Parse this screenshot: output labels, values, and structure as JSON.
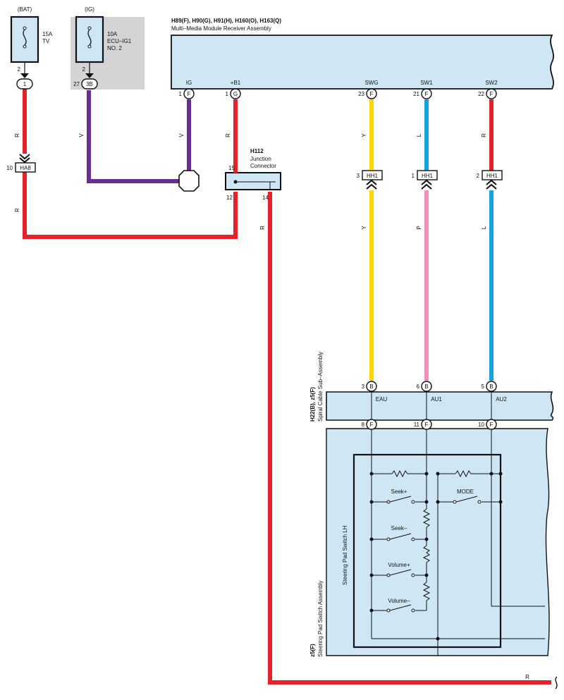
{
  "colors": {
    "red": "#e8202a",
    "violet": "#6a2c91",
    "yellow": "#ffd600",
    "light_blue": "#12a4e0",
    "pink": "#f48cbd",
    "module_fill": "#cfe7f5",
    "gray_box": "#d4d4d4"
  },
  "fuses": {
    "bat": {
      "source": "(BAT)",
      "rating": "15A",
      "name": "TV",
      "pin": "2",
      "conn_pin": "1"
    },
    "ig": {
      "source": "(IG)",
      "rating": "10A",
      "name1": "ECU–IG1",
      "name2": "NO. 2",
      "pin": "2",
      "conn_pin": "3B",
      "conn_pin_no": "27"
    }
  },
  "receiver": {
    "code": "H89(F), H90(G), H91(H), H160(O), H163(Q)",
    "name": "Multi–Media Module Receiver Assembly",
    "pins": [
      {
        "label": "IG",
        "pin": "1",
        "conn": "F"
      },
      {
        "label": "+B1",
        "pin": "1",
        "conn": "G"
      },
      {
        "label": "SWG",
        "pin": "23",
        "conn": "F"
      },
      {
        "label": "SW1",
        "pin": "21",
        "conn": "F"
      },
      {
        "label": "SW2",
        "pin": "22",
        "conn": "F"
      }
    ]
  },
  "junction": {
    "code": "H112",
    "name1": "Junction",
    "name2": "Connector",
    "pin_in": "15",
    "pin_out1": "12",
    "pin_out2": "14"
  },
  "ha8": {
    "label": "HA8",
    "pin": "10"
  },
  "hh1": {
    "label": "HH1",
    "pins": [
      "3",
      "1",
      "2"
    ]
  },
  "spiral": {
    "code": "H22(B), z5(F)",
    "name": "Spiral Cable Sub–Assembly",
    "top_pins": [
      {
        "pin": "3",
        "conn": "B",
        "label": "EAU"
      },
      {
        "pin": "6",
        "conn": "B",
        "label": "AU1"
      },
      {
        "pin": "5",
        "conn": "B",
        "label": "AU2"
      }
    ],
    "bottom_pins": [
      {
        "pin": "8",
        "conn": "F"
      },
      {
        "pin": "11",
        "conn": "F"
      },
      {
        "pin": "10",
        "conn": "F"
      }
    ]
  },
  "steering_switch": {
    "code": "z5(F)",
    "name": "Steering Pad Switch Assembly",
    "inner_name": "Steering Pad Switch LH",
    "switches": [
      "Seek+",
      "Seek–",
      "Volume+",
      "Volume–",
      "MODE"
    ]
  },
  "wire_colors": {
    "bat_upper": "R",
    "bat_lower": "R",
    "ig_fuse": "V",
    "ig_module": "V",
    "b1": "R",
    "swg": "Y",
    "sw1": "L",
    "sw2": "R",
    "eau": "Y",
    "au1": "P",
    "au2": "L",
    "jc14": "R",
    "ground": "R"
  }
}
